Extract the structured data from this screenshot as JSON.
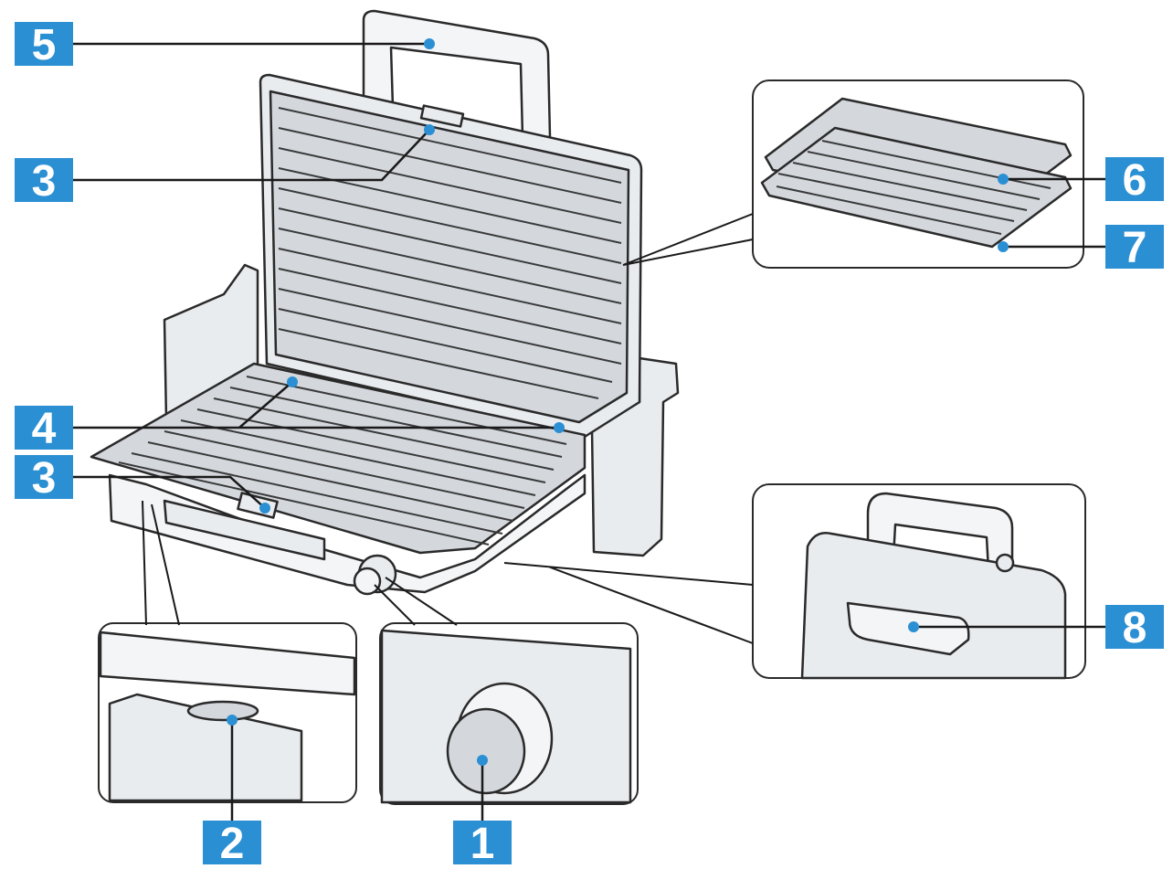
{
  "labels": {
    "l1": "1",
    "l2": "2",
    "l3a": "3",
    "l3b": "3",
    "l4": "4",
    "l5": "5",
    "l6": "6",
    "l7": "7",
    "l8": "8"
  },
  "colors": {
    "badge": "#2b8fd3",
    "badge_text": "#ffffff",
    "line": "#1a1a1a",
    "appliance_fill": "#e9ecef",
    "plate_fill": "#d4d8dd"
  }
}
